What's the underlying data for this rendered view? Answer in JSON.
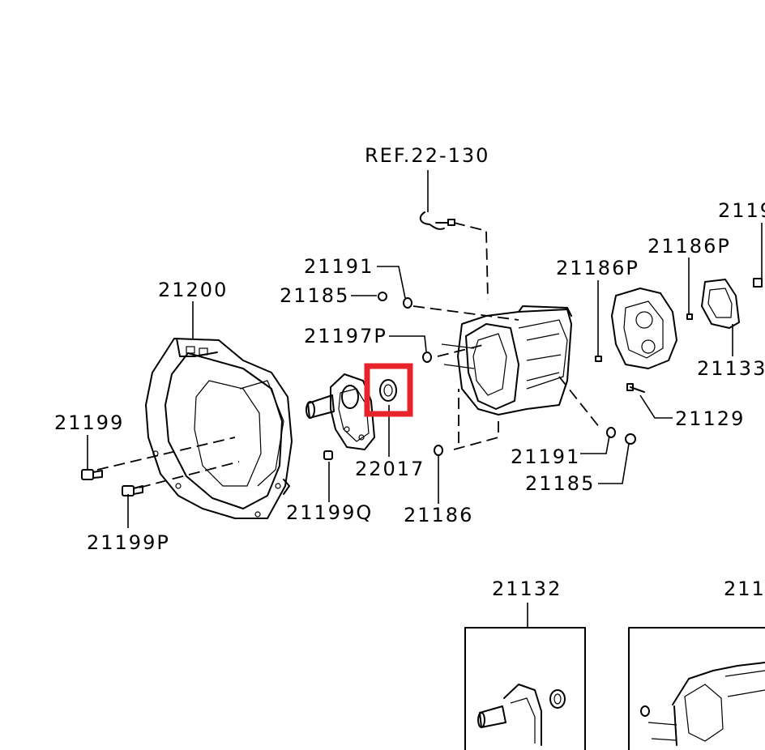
{
  "diagram": {
    "highlight_color": "#e8232b",
    "callouts": [
      {
        "id": "ref-22-130",
        "text": "REF.22-130"
      },
      {
        "id": "21191-top",
        "text": "21191"
      },
      {
        "id": "21185-top",
        "text": "21185"
      },
      {
        "id": "21197p",
        "text": "21197P"
      },
      {
        "id": "21200",
        "text": "21200"
      },
      {
        "id": "21199",
        "text": "21199"
      },
      {
        "id": "21199p",
        "text": "21199P"
      },
      {
        "id": "22017",
        "text": "22017"
      },
      {
        "id": "21199q",
        "text": "21199Q"
      },
      {
        "id": "21186",
        "text": "21186"
      },
      {
        "id": "21186p-left",
        "text": "21186P"
      },
      {
        "id": "21186p-right",
        "text": "21186P"
      },
      {
        "id": "2119-clip",
        "text": "2119"
      },
      {
        "id": "21133",
        "text": "21133"
      },
      {
        "id": "21129",
        "text": "21129"
      },
      {
        "id": "21191-bottom",
        "text": "21191"
      },
      {
        "id": "21185-bottom",
        "text": "21185"
      },
      {
        "id": "21132",
        "text": "21132"
      },
      {
        "id": "211-clip",
        "text": "211"
      }
    ]
  }
}
